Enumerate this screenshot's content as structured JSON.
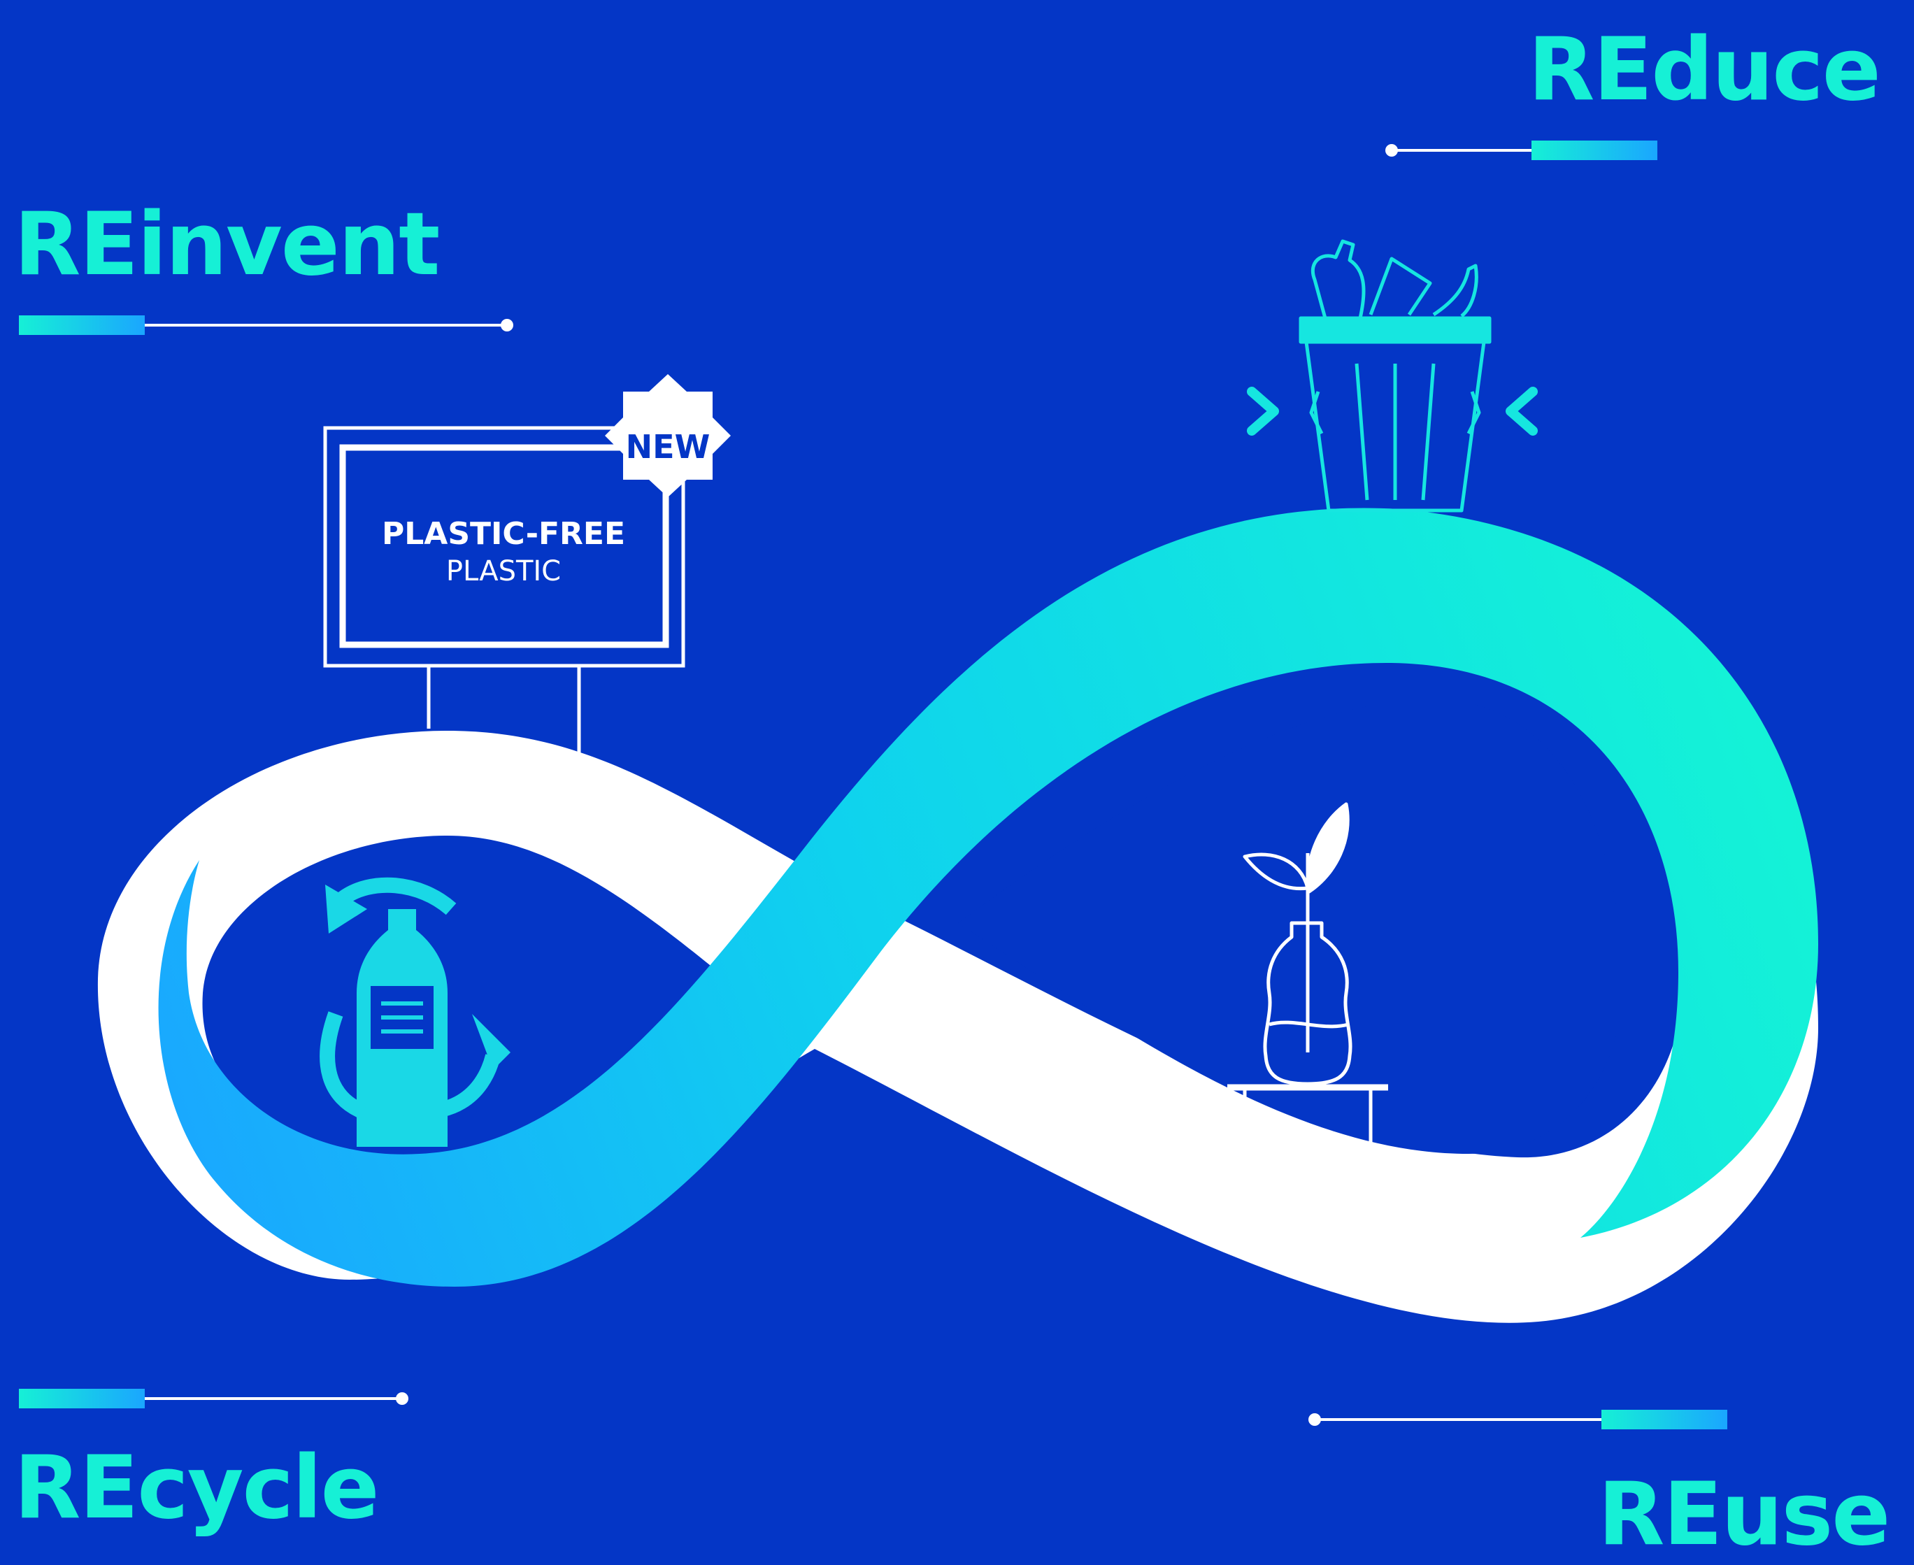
{
  "stages": {
    "reduce": {
      "label": "REduce"
    },
    "reinvent": {
      "label": "REinvent"
    },
    "recycle": {
      "label": "REcycle"
    },
    "reuse": {
      "label": "REuse"
    }
  },
  "billboard": {
    "badge": "NEW",
    "line1": "PLASTIC-FREE",
    "line2": "PLASTIC"
  },
  "icons": {
    "reduce": "compressed-trash-bin-icon",
    "reinvent": "billboard-icon",
    "recycle": "recycle-bottle-icon",
    "reuse": "bottle-vase-plant-icon"
  },
  "colors": {
    "background": "#0436c6",
    "accent": "#16f0d6",
    "accent_blue": "#1aa6ff",
    "white": "#ffffff"
  }
}
